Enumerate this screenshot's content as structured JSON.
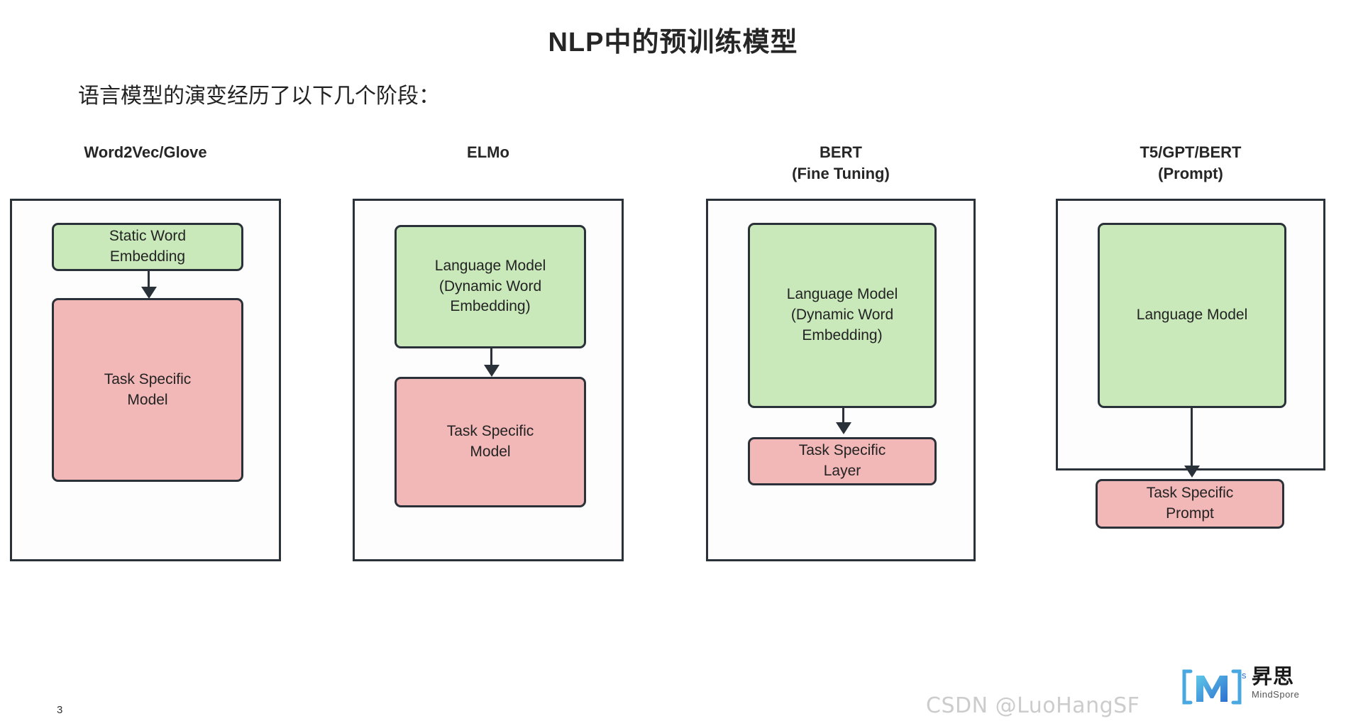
{
  "slide": {
    "title": "NLP中的预训练模型",
    "subtitle": "语言模型的演变经历了以下几个阶段：",
    "page_number": "3"
  },
  "colors": {
    "pretrain_box": "#c9e9bb",
    "task_box": "#f2b7b7",
    "stroke": "#2a3138",
    "text": "#232323",
    "watermark": "#cccccc",
    "logo_blue": "#4a9fe0"
  },
  "columns": [
    {
      "header_line1": "Word2Vec/Glove",
      "header_line2": "",
      "nodes": [
        {
          "label": "Static Word\nEmbedding",
          "role": "pretrain"
        },
        {
          "label": "Task Specific\nModel",
          "role": "task"
        }
      ],
      "arrow": "down-arrow"
    },
    {
      "header_line1": "ELMo",
      "header_line2": "",
      "nodes": [
        {
          "label": "Language Model\n(Dynamic Word\nEmbedding)",
          "role": "pretrain"
        },
        {
          "label": "Task Specific\nModel",
          "role": "task"
        }
      ],
      "arrow": "down-arrow"
    },
    {
      "header_line1": "BERT",
      "header_line2": "(Fine Tuning)",
      "nodes": [
        {
          "label": "Language Model\n(Dynamic Word\nEmbedding)",
          "role": "pretrain"
        },
        {
          "label": "Task Specific\nLayer",
          "role": "task"
        }
      ],
      "arrow": "down-arrow"
    },
    {
      "header_line1": "T5/GPT/BERT",
      "header_line2": "(Prompt)",
      "nodes": [
        {
          "label": "Language Model",
          "role": "pretrain"
        },
        {
          "label": "Task Specific\nPrompt",
          "role": "task-external"
        }
      ],
      "arrow": "down-arrow-external"
    }
  ],
  "footer": {
    "watermark_text": "CSDN @LuoHangSF",
    "logo_mark": "[M]s",
    "logo_name_cn": "昇思",
    "logo_name_en": "MindSpore"
  }
}
